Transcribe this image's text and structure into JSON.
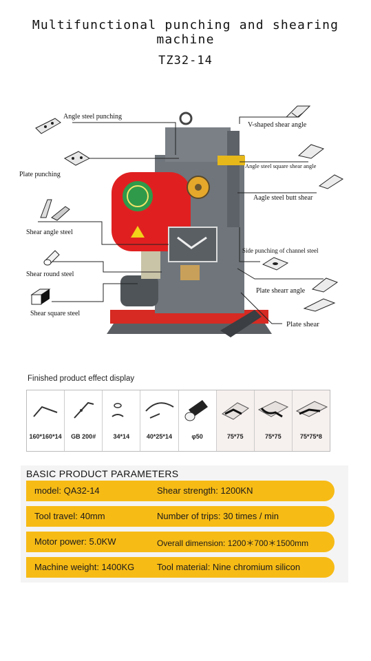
{
  "header": {
    "title": "Multifunctional punching and shearing machine",
    "model": "TZ32-14"
  },
  "callouts": {
    "angle_steel_punching": "Angle steel punching",
    "plate_punching": "Plate punching",
    "shear_angle_steel": "Shear angle steel",
    "shear_round_steel": "Shear round steel",
    "shear_square_steel": "Shear square steel",
    "v_shaped_shear_angle": "V-shaped shear angle",
    "angle_steel_square_shear_angle": "Angle steel square shear angle",
    "angle_steel_butt_shear": "Aagle steel butt shear",
    "side_punching_channel_steel": "Side punching of channel steel",
    "plate_shear_angle": "Plate shearr angle",
    "plate_shear": "Plate shear"
  },
  "effect": {
    "caption": "Finished product effect display",
    "items": [
      {
        "label": "160*160*14",
        "icon": "angle-cut-icon"
      },
      {
        "label": "GB 200#",
        "icon": "channel-cut-icon"
      },
      {
        "label": "34*14",
        "icon": "punched-hole-icon"
      },
      {
        "label": "40*25*14",
        "icon": "bent-angle-icon"
      },
      {
        "label": "φ50",
        "icon": "round-bar-icon"
      },
      {
        "label": "75*75",
        "icon": "angle-piece-icon"
      },
      {
        "label": "75*75",
        "icon": "angle-notch-icon"
      },
      {
        "label": "75*75*8",
        "icon": "angle-shear-icon"
      }
    ]
  },
  "params": {
    "title": "BASIC PRODUCT PARAMETERS",
    "rows": [
      {
        "left": "model: QA32-14",
        "right": "Shear strength: 1200KN"
      },
      {
        "left": "Tool travel: 40mm",
        "right": "Number of trips: 30 times / min"
      },
      {
        "left": "Motor power: 5.0KW",
        "right": "Overall dimension: 1200＊700＊1500mm"
      },
      {
        "left": "Machine weight: 1400KG",
        "right": "Tool material: Nine chromium silicon"
      }
    ]
  },
  "colors": {
    "accent": "#f7bb16",
    "machine_red": "#e02020",
    "machine_grey": "#6d7278"
  }
}
